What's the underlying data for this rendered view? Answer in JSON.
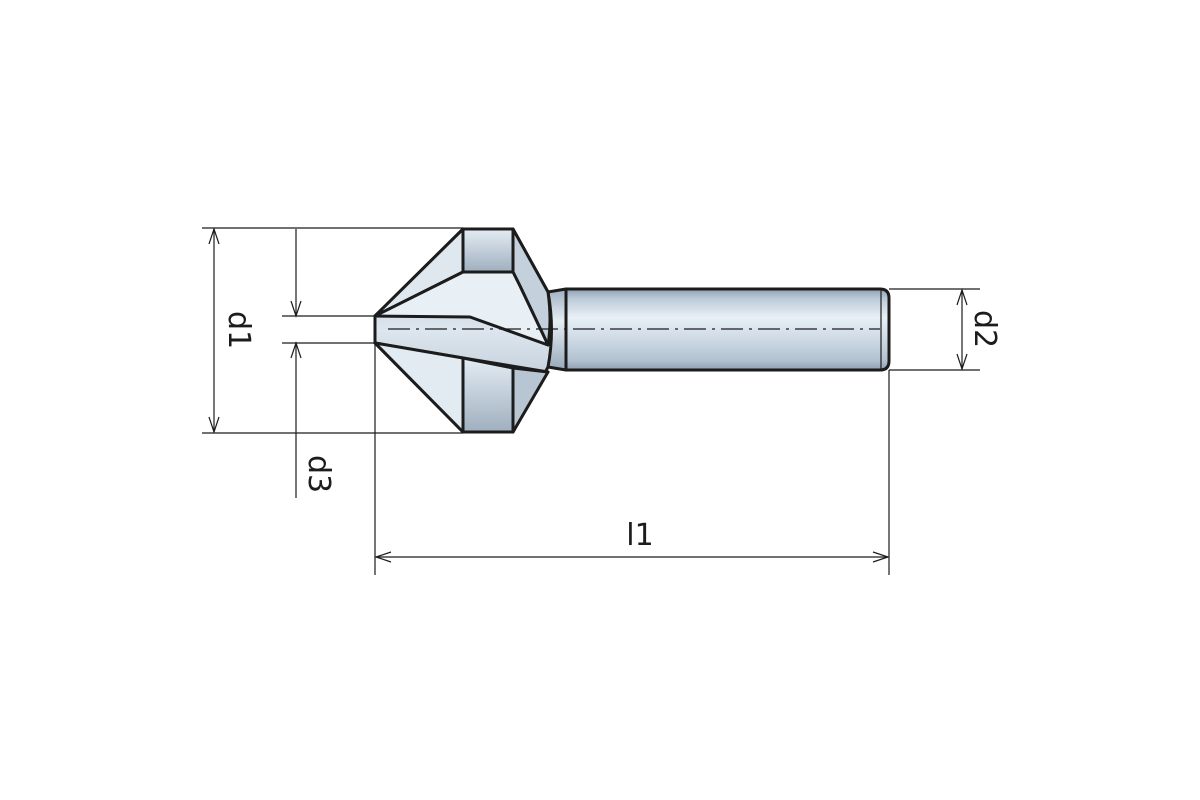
{
  "diagram": {
    "dimensions": {
      "d1": "d1",
      "d2": "d2",
      "d3": "d3",
      "l1": "l1"
    },
    "colors": {
      "line": "#1c1c1c",
      "shank_light": "#e9f0f6",
      "shank_mid": "#bccbd9",
      "shank_dark": "#8e9fb0",
      "flank_light": "#dde6ee",
      "flank_dark": "#a9b7c6"
    }
  }
}
